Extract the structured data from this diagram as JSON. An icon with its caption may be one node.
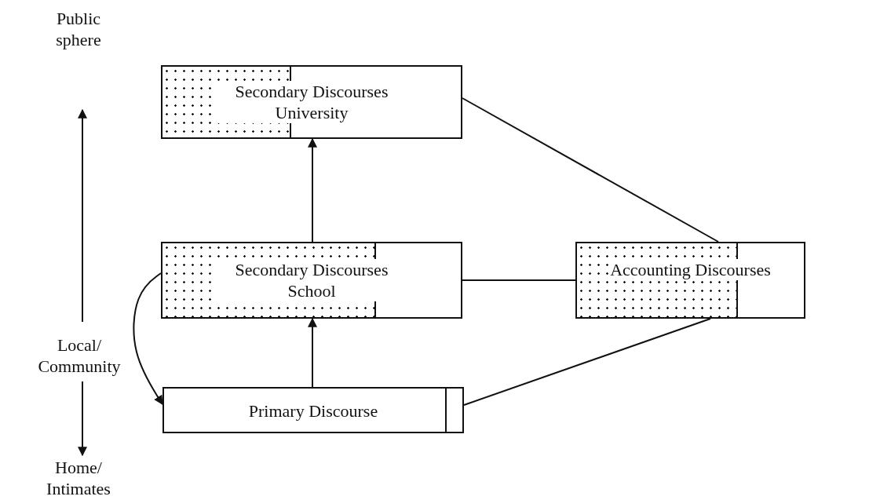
{
  "diagram": {
    "nodes": [
      {
        "text": [
          "Secondary Discourses University"
        ]
      },
      {
        "text": [
          "Secondary Discourses School"
        ]
      },
      {
        "text": [
          "Accounting Discourses"
        ]
      },
      {
        "text": [
          "Primary Discourse"
        ]
      }
    ],
    "edges": [
      {
        "from": 3,
        "to": 1,
        "arrow": "to"
      },
      {
        "from": 1,
        "to": 0,
        "arrow": "to"
      },
      {
        "from": 1,
        "to": 2,
        "arrow": "none"
      },
      {
        "from": 0,
        "to": 2,
        "arrow": "none"
      },
      {
        "from": 2,
        "to": 3,
        "arrow": "none"
      },
      {
        "from": 1,
        "to": 3,
        "arrow": "to"
      }
    ],
    "labels": [
      "Public sphere",
      "Local/ Community",
      "Home/ Intimates"
    ]
  }
}
